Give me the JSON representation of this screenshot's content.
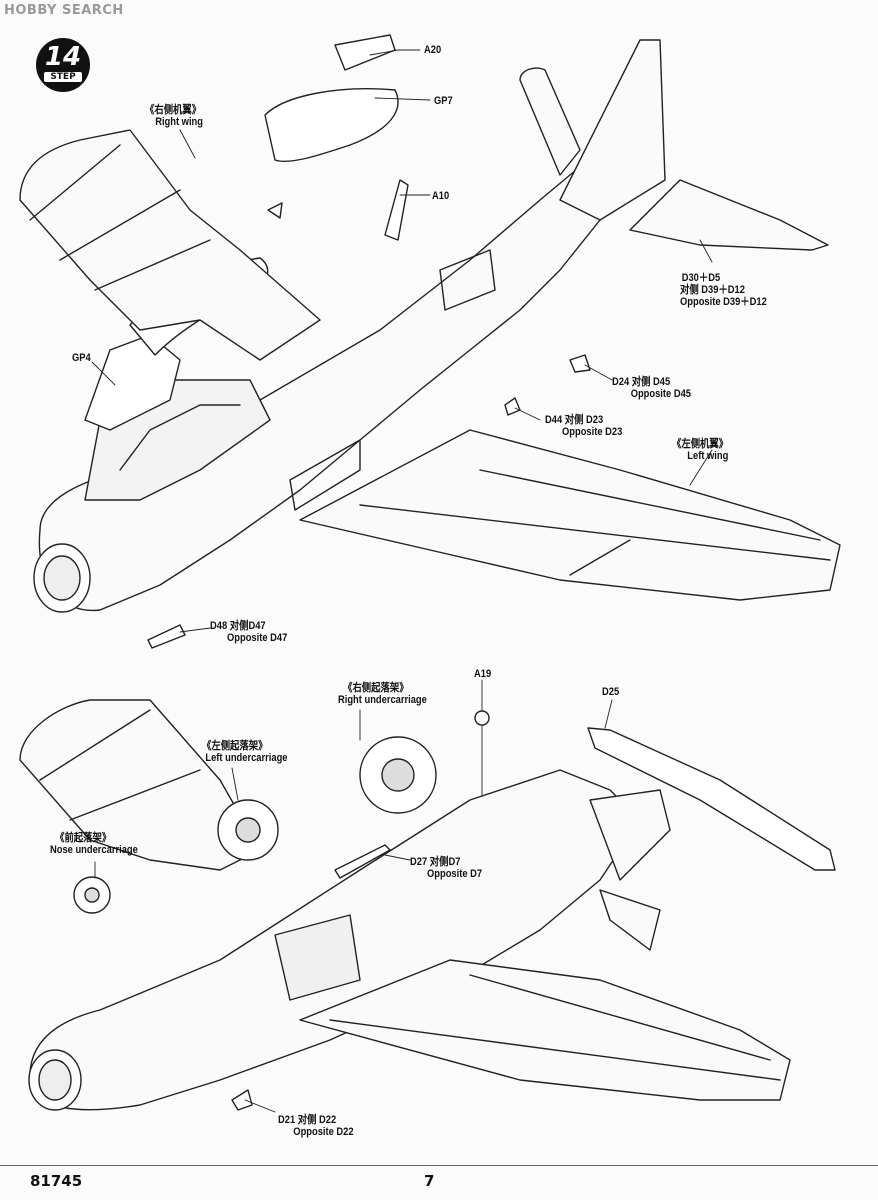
{
  "watermark": "HOBBY SEARCH",
  "step": {
    "number": "14",
    "label": "STEP"
  },
  "labels": {
    "a20": "A20",
    "gp7": "GP7",
    "a10": "A10",
    "right_wing_cn": "《右侧机翼》",
    "right_wing_en": "Right wing",
    "gp4": "GP4",
    "d30": "D30＋D5",
    "d30_cn": "对侧 D39＋D12",
    "d30_en": "Opposite D39＋D12",
    "d24": "D24 对侧 D45",
    "d24_en": "Opposite D45",
    "d44": "D44",
    "d44_cn": "对侧 D23",
    "d44_en": "Opposite D23",
    "left_wing_cn": "《左侧机翼》",
    "left_wing_en": "Left wing",
    "d48": "D48",
    "d48_cn": "对侧D47",
    "d48_en": "Opposite D47",
    "a19": "A19",
    "d25": "D25",
    "right_uc_cn": "《右侧起落架》",
    "right_uc_en": "Right undercarriage",
    "left_uc_cn": "《左侧起落架》",
    "left_uc_en": "Left undercarriage",
    "nose_uc_cn": "《前起落架》",
    "nose_uc_en": "Nose undercarriage",
    "d27": "D27 对侧D7",
    "d27_en": "Opposite D7",
    "d21": "D21 对侧 D22",
    "d21_en": "Opposite D22"
  },
  "footer": {
    "code": "81745",
    "page": "7"
  }
}
